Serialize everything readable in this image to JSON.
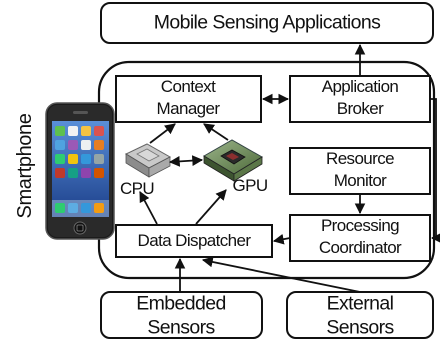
{
  "diagram": {
    "top_box": "Mobile Sensing Applications",
    "side_label": "Smartphone",
    "context_manager": [
      "Context",
      "Manager"
    ],
    "application_broker": [
      "Application",
      "Broker"
    ],
    "resource_monitor": [
      "Resource",
      "Monitor"
    ],
    "processing_coordinator": [
      "Processing",
      "Coordinator"
    ],
    "data_dispatcher": "Data Dispatcher",
    "cpu_label": "CPU",
    "gpu_label": "GPU",
    "embedded_sensors": [
      "Embedded",
      "Sensors"
    ],
    "external_sensors": [
      "External",
      "Sensors"
    ]
  }
}
